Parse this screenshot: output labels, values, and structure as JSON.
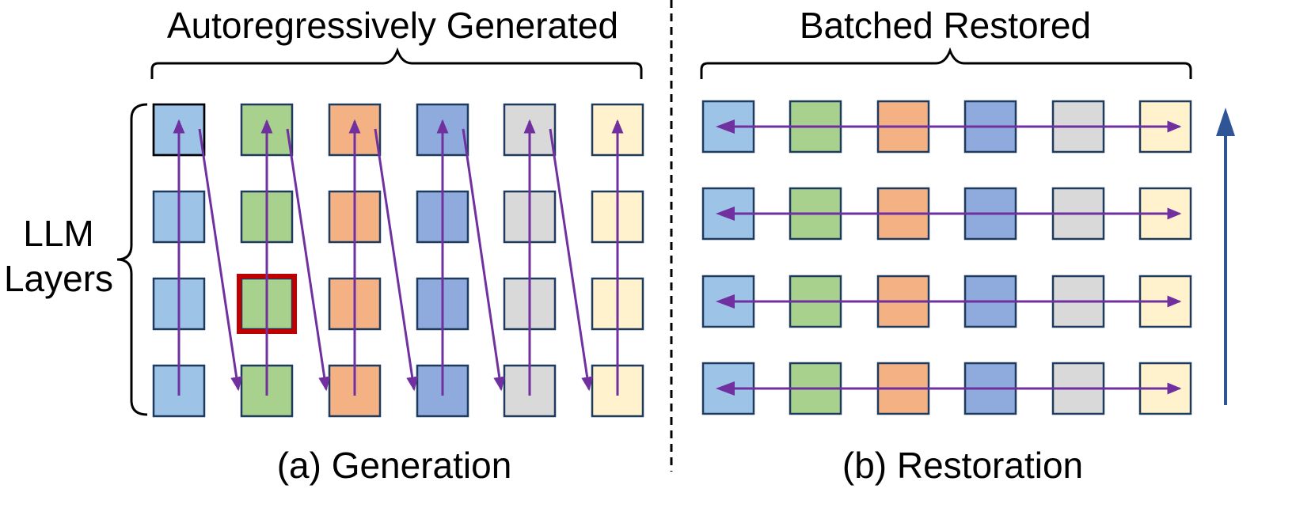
{
  "colors": {
    "tiles": [
      "#9dc3e6",
      "#a9d18e",
      "#f4b183",
      "#8faadc",
      "#d9d9d9",
      "#fff2cc"
    ],
    "tile_border": "#1f3a5f",
    "arrow": "#7030a0",
    "highlight": "#c00000",
    "direction_arrow": "#2f5597",
    "divider": "#000000"
  },
  "grid": {
    "rows": 4,
    "cols": 6,
    "highlight": {
      "row": 2,
      "col": 1
    }
  },
  "left_panel": {
    "top_label": "Autoregressively Generated",
    "side_label_line1": "LLM",
    "side_label_line2": "Layers",
    "caption": "(a) Generation"
  },
  "right_panel": {
    "top_label": "Batched Restored",
    "caption": "(b) Restoration"
  }
}
